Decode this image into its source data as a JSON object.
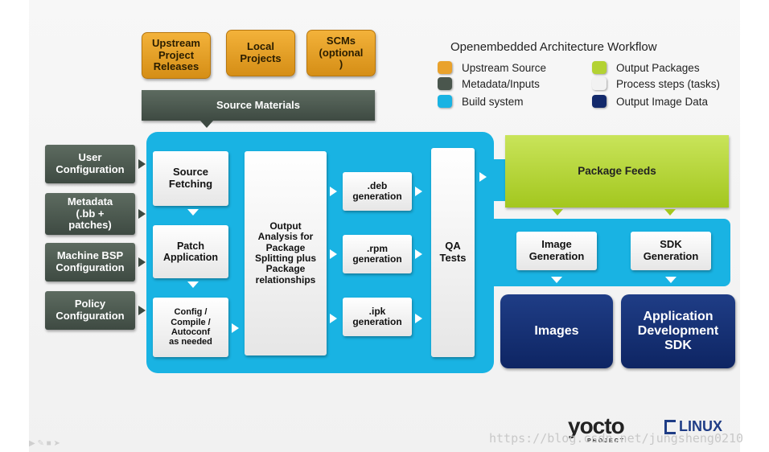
{
  "legend": {
    "title": "Openembedded Architecture Workflow",
    "items": [
      {
        "label": "Upstream Source",
        "color": "#e9a22c"
      },
      {
        "label": "Metadata/Inputs",
        "color": "#4a564d"
      },
      {
        "label": "Build system",
        "color": "#19b3e3"
      },
      {
        "label": "Output Packages",
        "color": "#b3d233"
      },
      {
        "label": "Process steps (tasks)",
        "color": "#f2f2f2"
      },
      {
        "label": "Output Image Data",
        "color": "#12296b"
      }
    ]
  },
  "upstream": {
    "releases": "Upstream\nProject\nReleases",
    "local": "Local\nProjects",
    "scms": "SCMs\n(optional\n)"
  },
  "source_materials": "Source Materials",
  "inputs": {
    "user": "User\nConfiguration",
    "metadata": "Metadata\n(.bb +\npatches)",
    "machine": "Machine BSP\nConfiguration",
    "policy": "Policy\nConfiguration"
  },
  "steps": {
    "fetch": "Source\nFetching",
    "patch": "Patch\nApplication",
    "config": "Config /\nCompile /\nAutoconf\nas needed",
    "output_analysis": "Output\nAnalysis for\nPackage\nSplitting plus\nPackage\nrelationships",
    "deb": ".deb\ngeneration",
    "rpm": ".rpm\ngeneration",
    "ipk": ".ipk\ngeneration",
    "qa": "QA\nTests",
    "image_gen": "Image\nGeneration",
    "sdk_gen": "SDK\nGeneration"
  },
  "package_feeds": "Package Feeds",
  "outputs": {
    "images": "Images",
    "sdk": "Application\nDevelopment\nSDK"
  },
  "logos": {
    "yocto": "yocto",
    "yocto_sub": "PROJECT",
    "linux": "LINUX"
  },
  "watermark": "https://blog.csdn.net/jungsheng0210"
}
